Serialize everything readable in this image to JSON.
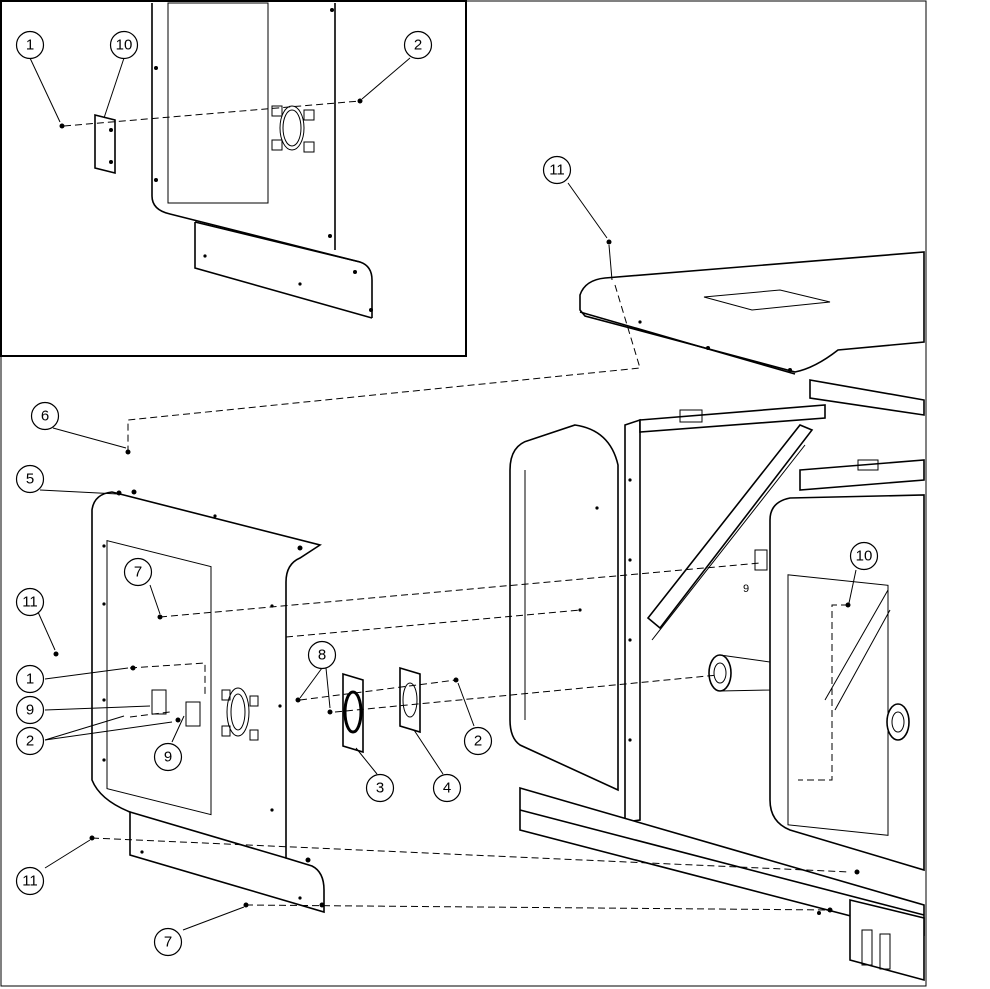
{
  "callouts": {
    "inset_1": "1",
    "inset_10": "10",
    "inset_2": "2",
    "top_11": "11",
    "c6": "6",
    "c5": "5",
    "c7_upper": "7",
    "c11_left": "11",
    "c1_left": "1",
    "c9_left": "9",
    "c2_left": "2",
    "c9_lower": "9",
    "c8": "8",
    "c3": "3",
    "c4": "4",
    "c2_right": "2",
    "c10_right": "10",
    "c11_bottom": "11",
    "c7_bottom": "7"
  },
  "labels": {
    "frame_9": "9"
  }
}
